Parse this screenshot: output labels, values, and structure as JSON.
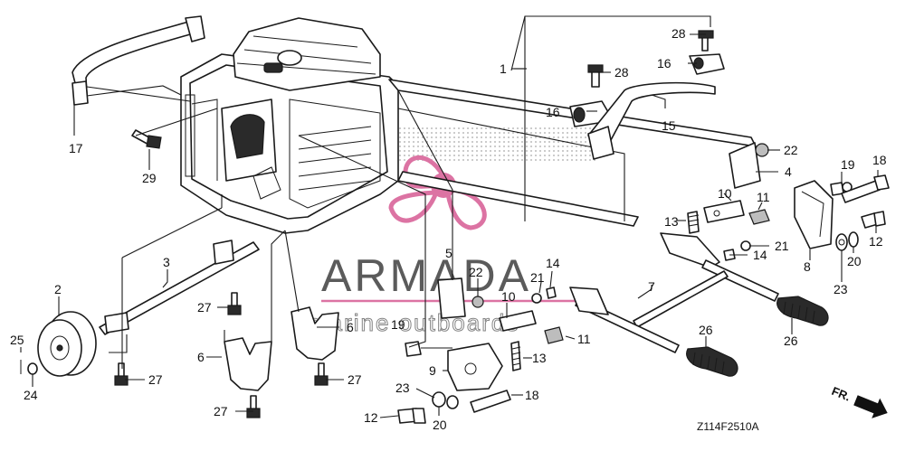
{
  "diagram": {
    "code": "Z114F2510A",
    "direction_label": "FR.",
    "watermark": {
      "brand": "ARMADA",
      "subtitle": "marine outboards",
      "logo_accent": "#d9649a"
    },
    "callouts": [
      {
        "id": "c17",
        "text": "17"
      },
      {
        "id": "c29",
        "text": "29"
      },
      {
        "id": "c1",
        "text": "1"
      },
      {
        "id": "c28a",
        "text": "28"
      },
      {
        "id": "c28b",
        "text": "28"
      },
      {
        "id": "c16a",
        "text": "16"
      },
      {
        "id": "c16b",
        "text": "16"
      },
      {
        "id": "c15",
        "text": "15"
      },
      {
        "id": "c22a",
        "text": "22"
      },
      {
        "id": "c4",
        "text": "4"
      },
      {
        "id": "c19a",
        "text": "19"
      },
      {
        "id": "c18a",
        "text": "18"
      },
      {
        "id": "c10a",
        "text": "10"
      },
      {
        "id": "c11a",
        "text": "11"
      },
      {
        "id": "c13a",
        "text": "13"
      },
      {
        "id": "c21a",
        "text": "21"
      },
      {
        "id": "c14a",
        "text": "14"
      },
      {
        "id": "c12a",
        "text": "12"
      },
      {
        "id": "c8",
        "text": "8"
      },
      {
        "id": "c20a",
        "text": "20"
      },
      {
        "id": "c23a",
        "text": "23"
      },
      {
        "id": "c3",
        "text": "3"
      },
      {
        "id": "c2",
        "text": "2"
      },
      {
        "id": "c5",
        "text": "5"
      },
      {
        "id": "c22b",
        "text": "22"
      },
      {
        "id": "c21b",
        "text": "21"
      },
      {
        "id": "c14b",
        "text": "14"
      },
      {
        "id": "c7",
        "text": "7"
      },
      {
        "id": "c10b",
        "text": "10"
      },
      {
        "id": "c27a",
        "text": "27"
      },
      {
        "id": "c6a",
        "text": "6"
      },
      {
        "id": "c6b",
        "text": "6"
      },
      {
        "id": "c19b",
        "text": "19"
      },
      {
        "id": "c11b",
        "text": "11"
      },
      {
        "id": "c26a",
        "text": "26"
      },
      {
        "id": "c26b",
        "text": "26"
      },
      {
        "id": "c25",
        "text": "25"
      },
      {
        "id": "c24",
        "text": "24"
      },
      {
        "id": "c27b",
        "text": "27"
      },
      {
        "id": "c27c",
        "text": "27"
      },
      {
        "id": "c9",
        "text": "9"
      },
      {
        "id": "c13b",
        "text": "13"
      },
      {
        "id": "c23b",
        "text": "23"
      },
      {
        "id": "c18b",
        "text": "18"
      },
      {
        "id": "c27d",
        "text": "27"
      },
      {
        "id": "c12b",
        "text": "12"
      },
      {
        "id": "c20b",
        "text": "20"
      }
    ]
  }
}
